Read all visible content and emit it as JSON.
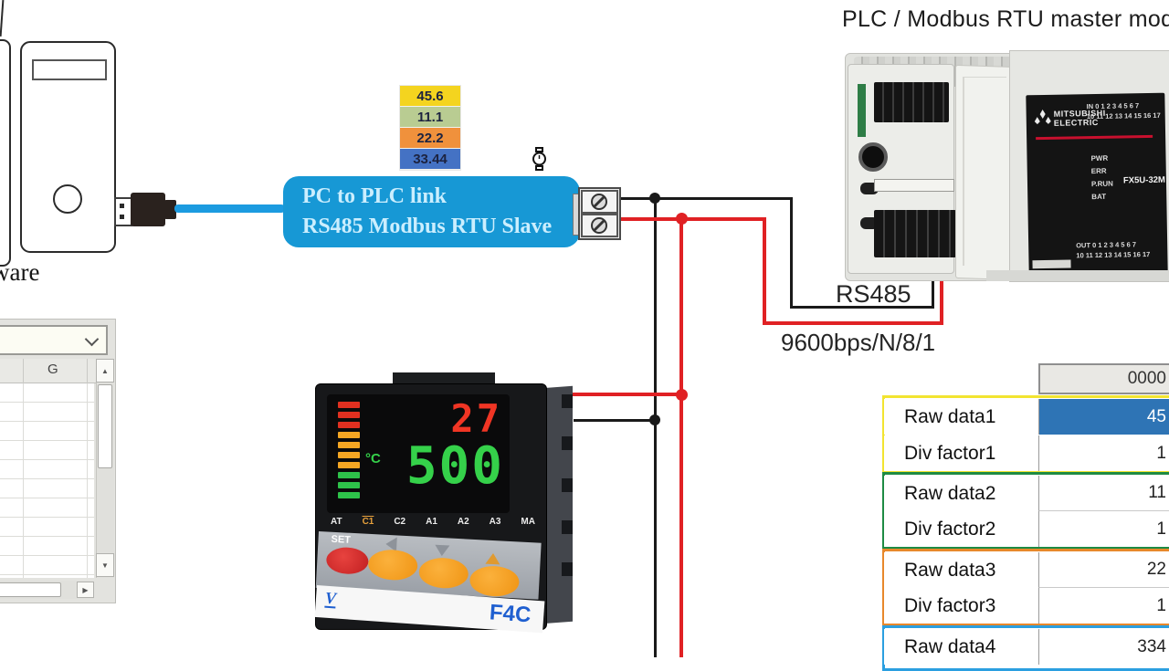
{
  "title": "PLC / Modbus RTU master mode",
  "pc": {
    "partial_text": "ware"
  },
  "link_box": {
    "line1": "PC to PLC link",
    "line2": "RS485 Modbus RTU Slave",
    "bg_color": "#1798D5",
    "text_color": "#CBEEFE"
  },
  "stack": {
    "items": [
      {
        "value": "45.6",
        "color": "#F4D41F"
      },
      {
        "value": "11.1",
        "color": "#B9CC92"
      },
      {
        "value": "22.2",
        "color": "#F0913C"
      },
      {
        "value": "33.44",
        "color": "#4472C4"
      }
    ]
  },
  "bus": {
    "rs485_label": "RS485",
    "baud_label": "9600bps/N/8/1",
    "black_wire_color": "#1A1A1A",
    "red_wire_color": "#E02124",
    "usb_cable_color": "#1C9BE0"
  },
  "plc": {
    "brand_line1": "MITSUBISHI",
    "brand_line2": "ELECTRIC",
    "in_line1": "IN 0 1 2 3 4 5 6 7",
    "in_line2": "10 11 12 13 14 15 16 17",
    "leds": [
      "PWR",
      "ERR",
      "P.RUN",
      "BAT"
    ],
    "model": "FX5U-32M",
    "out_line1": "OUT 0 1 2 3 4 5 6 7",
    "out_line2": "10 11 12 13 14 15 16 17"
  },
  "controller": {
    "pv": "27",
    "sv": "500",
    "unit": "°C",
    "pv_color": "#F03524",
    "sv_color": "#35D14A",
    "status": [
      "AT",
      "C1",
      "C2",
      "A1",
      "A2",
      "A3",
      "MA"
    ],
    "set_label": "SET",
    "logo_text": "V",
    "model": "F4C"
  },
  "table": {
    "header": "0000",
    "selected_cell_color": "#2E74B5",
    "groups": [
      {
        "color": "#F2E430"
      },
      {
        "color": "#1E8B44"
      },
      {
        "color": "#E8882B"
      },
      {
        "color": "#2B9FE0"
      }
    ],
    "rows": [
      {
        "label": "Raw data1",
        "value": "45",
        "selected": true
      },
      {
        "label": "Div factor1",
        "value": "1",
        "selected": false
      },
      {
        "label": "Raw data2",
        "value": "11",
        "selected": false
      },
      {
        "label": "Div factor2",
        "value": "1",
        "selected": false
      },
      {
        "label": "Raw data3",
        "value": "22",
        "selected": false
      },
      {
        "label": "Div factor3",
        "value": "1",
        "selected": false
      },
      {
        "label": "Raw data4",
        "value": "334",
        "selected": false
      }
    ]
  },
  "spreadsheet": {
    "column_header": "G"
  }
}
